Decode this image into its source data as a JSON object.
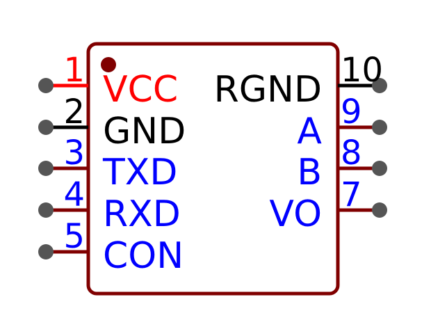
{
  "component": {
    "body_color": "#800000",
    "pin1_marker_color": "#800000",
    "pin_end_color": "#555555",
    "left_pins": [
      {
        "number": "1",
        "name": "VCC",
        "color": "#ff0000",
        "line_color": "#ff0000"
      },
      {
        "number": "2",
        "name": "GND",
        "color": "#000000",
        "line_color": "#000000"
      },
      {
        "number": "3",
        "name": "TXD",
        "color": "#0000ff",
        "line_color": "#800000"
      },
      {
        "number": "4",
        "name": "RXD",
        "color": "#0000ff",
        "line_color": "#800000"
      },
      {
        "number": "5",
        "name": "CON",
        "color": "#0000ff",
        "line_color": "#800000"
      }
    ],
    "right_pins": [
      {
        "number": "10",
        "name": "RGND",
        "color": "#000000",
        "line_color": "#000000"
      },
      {
        "number": "9",
        "name": "A",
        "color": "#0000ff",
        "line_color": "#800000"
      },
      {
        "number": "8",
        "name": "B",
        "color": "#0000ff",
        "line_color": "#800000"
      },
      {
        "number": "7",
        "name": "VO",
        "color": "#0000ff",
        "line_color": "#800000"
      }
    ]
  }
}
